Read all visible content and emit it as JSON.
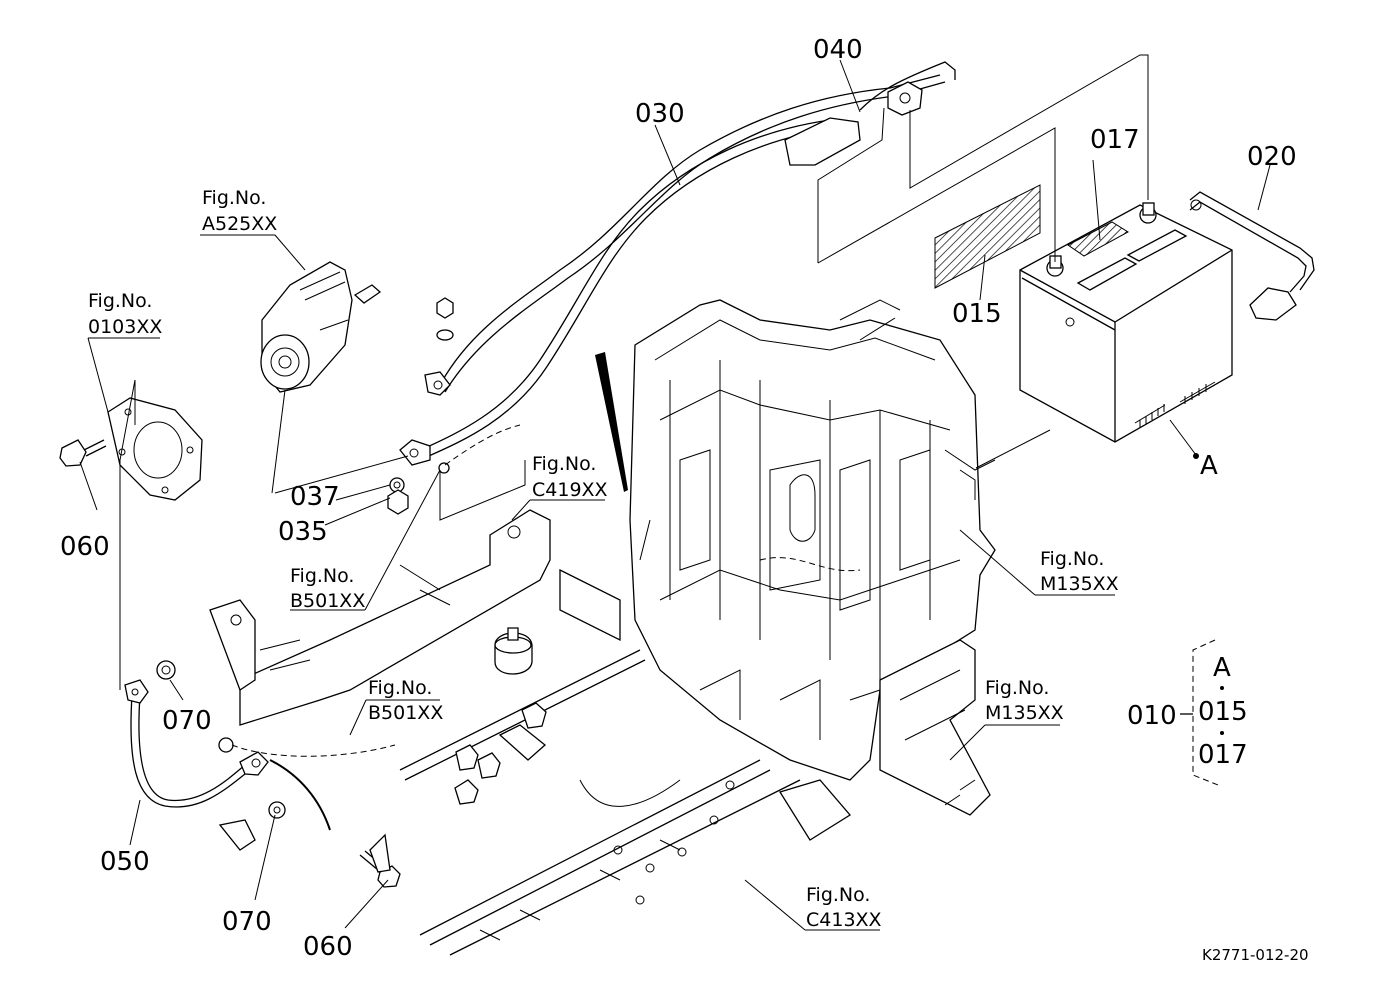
{
  "parts": {
    "p010": "010",
    "p015": "015",
    "p017": "017",
    "p020": "020",
    "p030": "030",
    "p035": "035",
    "p037": "037",
    "p040": "040",
    "p050": "050",
    "p060a": "060",
    "p060b": "060",
    "p070a": "070",
    "p070b": "070"
  },
  "fig_refs": {
    "a525": {
      "label": "Fig.No.",
      "code": "A525XX"
    },
    "f0103": {
      "label": "Fig.No.",
      "code": "0103XX"
    },
    "b501a": {
      "label": "Fig.No.",
      "code": "B501XX"
    },
    "b501b": {
      "label": "Fig.No.",
      "code": "B501XX"
    },
    "c419": {
      "label": "Fig.No.",
      "code": "C419XX"
    },
    "m135a": {
      "label": "Fig.No.",
      "code": "M135XX"
    },
    "m135b": {
      "label": "Fig.No.",
      "code": "M135XX"
    },
    "c413": {
      "label": "Fig.No.",
      "code": "C413XX"
    }
  },
  "battery_marker": "A",
  "legend": {
    "parent": "010",
    "items": [
      "A",
      "015",
      "017"
    ]
  },
  "drawing_code": "K2771-012-20"
}
